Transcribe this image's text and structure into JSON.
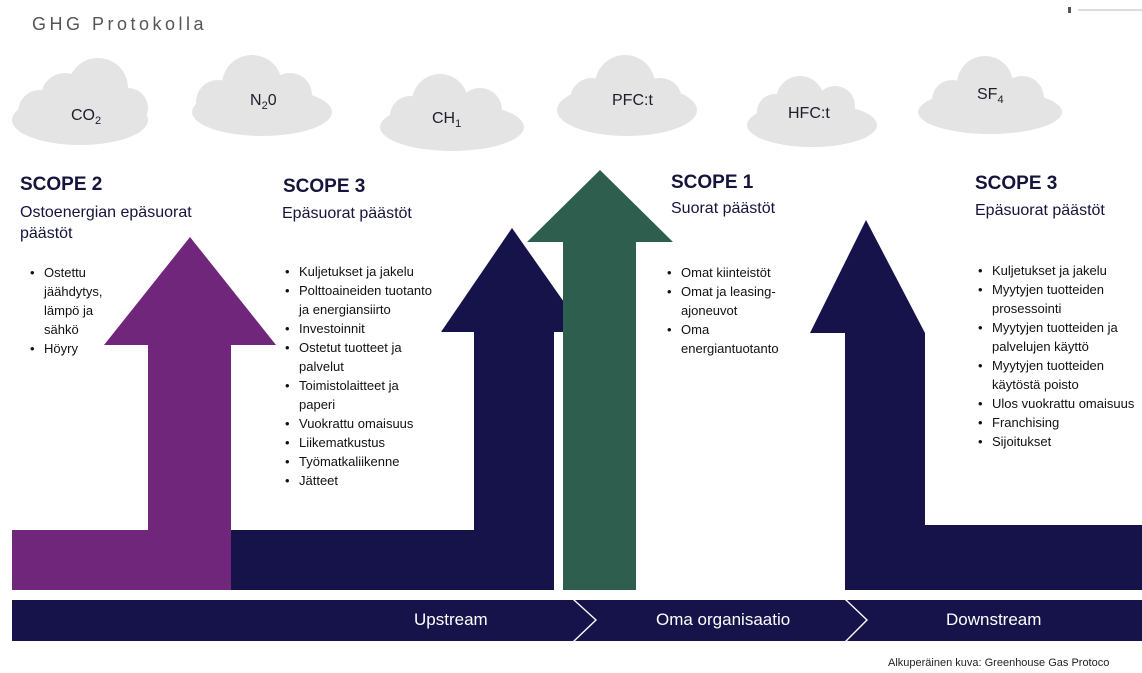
{
  "title": "GHG Protokolla",
  "gases": [
    {
      "base": "CO",
      "sub": "2"
    },
    {
      "base": "N",
      "sub": "2",
      "suffix": "0"
    },
    {
      "base": "CH",
      "sub": "1"
    },
    {
      "base": "PFC:t",
      "sub": ""
    },
    {
      "base": "HFC:t",
      "sub": ""
    },
    {
      "base": "SF",
      "sub": "4"
    }
  ],
  "scope2": {
    "heading": "SCOPE 2",
    "subtitle": "Ostoenergian epäsuorat päästöt",
    "items": [
      "Ostettu jäähdytys, lämpö ja sähkö",
      "Höyry"
    ]
  },
  "scope3_up": {
    "heading": "SCOPE 3",
    "subtitle": "Epäsuorat päästöt",
    "items": [
      "Kuljetukset ja jakelu",
      "Polttoaineiden tuotanto ja energiansiirto",
      "Investoinnit",
      "Ostetut tuotteet ja palvelut",
      "Toimistolaitteet ja paperi",
      "Vuokrattu omaisuus",
      "Liikematkustus",
      "Työmatkaliikenne",
      "Jätteet"
    ]
  },
  "scope1": {
    "heading": "SCOPE 1",
    "subtitle": "Suorat päästöt",
    "items": [
      "Omat kiinteistöt",
      "Omat ja leasing-ajoneuvot",
      "Oma energiantuotanto"
    ]
  },
  "scope3_down": {
    "heading": "SCOPE 3",
    "subtitle": "Epäsuorat päästöt",
    "items": [
      "Kuljetukset ja jakelu",
      "Myytyjen tuotteiden prosessointi",
      "Myytyjen tuotteiden ja palvelujen käyttö",
      "Myytyjen tuotteiden käytöstä poisto",
      "Ulos vuokrattu omaisuus",
      "Franchising",
      "Sijoitukset"
    ]
  },
  "bands": {
    "upstream": "Upstream",
    "own": "Oma organisaatio",
    "downstream": "Downstream"
  },
  "source": "Alkuperäinen kuva: Greenhouse Gas Protoco",
  "colors": {
    "purple": "#70267a",
    "navy": "#15134a",
    "green": "#2d5e4e",
    "cloud": "#e4e4e4",
    "text": "#14143c"
  }
}
